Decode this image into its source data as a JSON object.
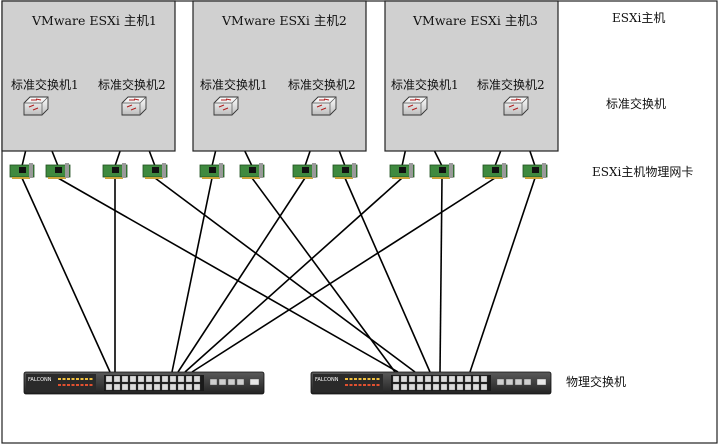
{
  "hosts": [
    {
      "title": "VMware ESXi 主机1",
      "switches": [
        "标准交换机1",
        "标准交换机2"
      ]
    },
    {
      "title": "VMware ESXi 主机2",
      "switches": [
        "标准交换机1",
        "标准交换机2"
      ]
    },
    {
      "title": "VMware ESXi 主机3",
      "switches": [
        "标准交换机1",
        "标准交换机2"
      ]
    }
  ],
  "side_labels": {
    "hosts": "ESXi主机",
    "standard_switches": "标准交换机",
    "nics": "ESXi主机物理网卡",
    "physical_switches": "物理交换机"
  },
  "physical_switch_brand": "FALCONN",
  "colors": {
    "host_fill": "#d0d0d0",
    "nic_green": "#3f8a3f",
    "switch_body": "#3a3a3a",
    "line": "#000000"
  }
}
